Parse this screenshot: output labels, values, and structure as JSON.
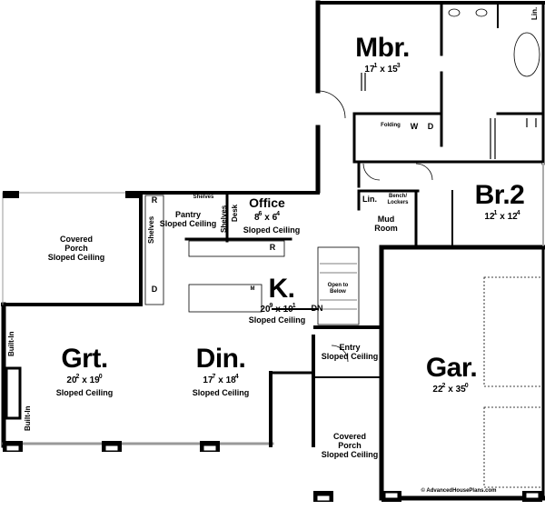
{
  "rooms": {
    "mbr": {
      "name": "Mbr.",
      "w": "17",
      "w_in": "1",
      "h": "15",
      "h_in": "3"
    },
    "br2": {
      "name": "Br.2",
      "w": "12",
      "w_in": "1",
      "h": "12",
      "h_in": "4"
    },
    "office": {
      "name": "Office",
      "w": "8",
      "w_in": "6",
      "h": "6",
      "h_in": "4",
      "note": "Sloped Ceiling"
    },
    "pantry": {
      "name": "Pantry",
      "note": "Sloped Ceiling"
    },
    "kitchen": {
      "name": "K.",
      "w": "20",
      "w_in": "9",
      "h": "10",
      "h_in": "1",
      "note": "Sloped Ceiling"
    },
    "great": {
      "name": "Grt.",
      "w": "20",
      "w_in": "2",
      "h": "19",
      "h_in": "0",
      "note": "Sloped Ceiling"
    },
    "dining": {
      "name": "Din.",
      "w": "17",
      "w_in": "7",
      "h": "18",
      "h_in": "4",
      "note": "Sloped Ceiling"
    },
    "garage": {
      "name": "Gar.",
      "w": "22",
      "w_in": "2",
      "h": "35",
      "h_in": "0"
    },
    "mud": {
      "name": "Mud",
      "name2": "Room"
    },
    "entry": {
      "name": "Entry",
      "note": "Sloped Ceiling"
    },
    "porch_left": {
      "name": "Covered",
      "name2": "Porch",
      "note": "Sloped Ceiling"
    },
    "porch_front": {
      "name": "Covered",
      "name2": "Porch",
      "note": "Sloped Ceiling"
    }
  },
  "fixtures": {
    "folding": "Folding",
    "washer": "W",
    "dryer": "D",
    "lin": "Lin.",
    "lin_master": "Lin.",
    "bench": "Bench/",
    "lockers": "Lockers",
    "shelves_top": "Shelves",
    "shelves_left": "Shelves",
    "shelves_right": "Shelves",
    "desk": "Desk",
    "fridge_pantry": "R",
    "fridge_kitchen": "R",
    "dishwasher": "D",
    "microwave": "M",
    "stairs_open": "Open to",
    "stairs_below": "Below",
    "stairs_dn": "DN",
    "builtin_top": "Built-In",
    "builtin_bottom": "Built-In"
  },
  "copyright": "© AdvancedHousePlans.com"
}
